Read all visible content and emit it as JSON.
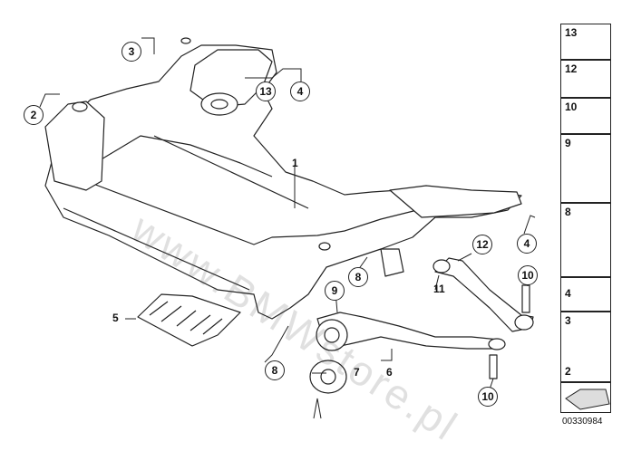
{
  "watermark": "www.BMWstore.pl",
  "document_number": "00330984",
  "callouts": {
    "c1": "1",
    "c2": "2",
    "c3": "3",
    "c4a": "4",
    "c4b": "4",
    "c5": "5",
    "c6": "6",
    "c7": "7",
    "c8a": "8",
    "c8b": "8",
    "c9": "9",
    "c10a": "10",
    "c10b": "10",
    "c11": "11",
    "c12": "12",
    "c13": "13"
  },
  "legend": {
    "items": [
      "13",
      "12",
      "10",
      "9",
      "8",
      "4",
      "3",
      "2"
    ]
  },
  "colors": {
    "line": "#222222",
    "fill": "#ffffff",
    "shade": "#cfcfcf"
  }
}
